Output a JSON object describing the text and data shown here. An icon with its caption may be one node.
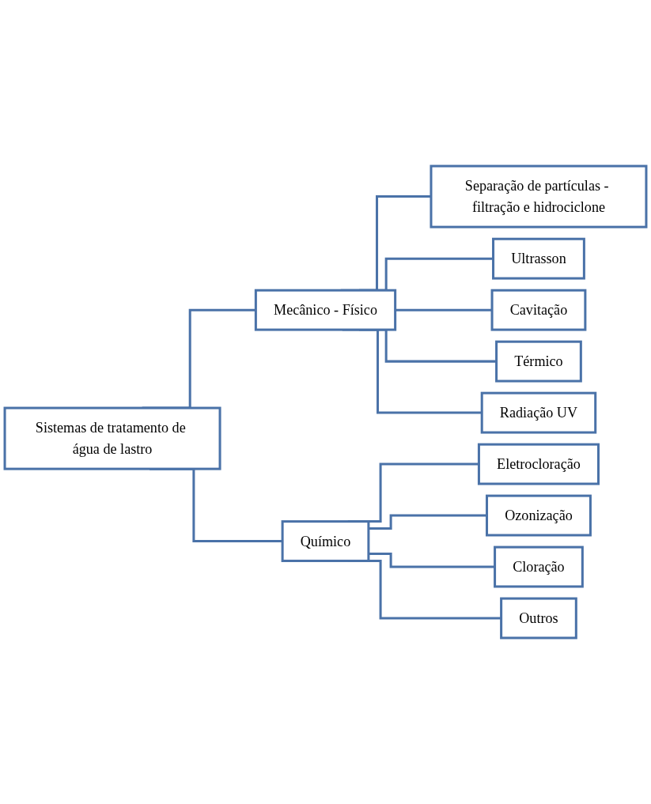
{
  "diagram": {
    "nodes": [
      {
        "text": [
          "Sistemas de tratamento de água de lastro"
        ]
      },
      {
        "text": [
          "Mecânico - Físico"
        ]
      },
      {
        "text": [
          "Químico"
        ]
      },
      {
        "text": [
          "Separação de partículas - filtração e hidrociclone"
        ]
      },
      {
        "text": [
          "Ultrasson"
        ]
      },
      {
        "text": [
          "Cavitação"
        ]
      },
      {
        "text": [
          "Térmico"
        ]
      },
      {
        "text": [
          "Radiação UV"
        ]
      },
      {
        "text": [
          "Eletrocloração"
        ]
      },
      {
        "text": [
          "Ozonização"
        ]
      },
      {
        "text": [
          "Cloração"
        ]
      },
      {
        "text": [
          "Outros"
        ]
      }
    ],
    "edges": [
      {
        "from": 0,
        "to": 1,
        "arrow": "none"
      },
      {
        "from": 0,
        "to": 2,
        "arrow": "none"
      },
      {
        "from": 1,
        "to": 3,
        "arrow": "none"
      },
      {
        "from": 1,
        "to": 4,
        "arrow": "none"
      },
      {
        "from": 1,
        "to": 5,
        "arrow": "none"
      },
      {
        "from": 1,
        "to": 6,
        "arrow": "none"
      },
      {
        "from": 1,
        "to": 7,
        "arrow": "none"
      },
      {
        "from": 2,
        "to": 8,
        "arrow": "none"
      },
      {
        "from": 2,
        "to": 9,
        "arrow": "none"
      },
      {
        "from": 2,
        "to": 10,
        "arrow": "none"
      },
      {
        "from": 2,
        "to": 11,
        "arrow": "none"
      }
    ]
  }
}
